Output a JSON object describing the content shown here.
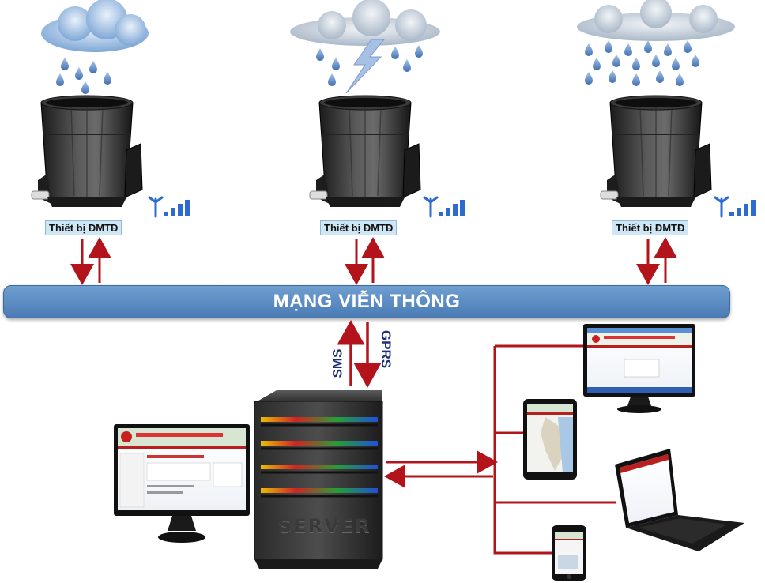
{
  "devices": [
    {
      "label": "Thiết bị ĐMTĐ",
      "weather": "rain"
    },
    {
      "label": "Thiết bị ĐMTĐ",
      "weather": "storm"
    },
    {
      "label": "Thiết bị ĐMTĐ",
      "weather": "heavy-rain"
    }
  ],
  "network": {
    "label": "MẠNG VIỄN THÔNG"
  },
  "links": {
    "sms": "SMS",
    "gprs": "GPRS"
  },
  "server": {
    "label": "SERVER"
  },
  "colors": {
    "arrow": "#b3141b",
    "network": "#4a7bb5",
    "label_bg": "#cfe6f5"
  }
}
